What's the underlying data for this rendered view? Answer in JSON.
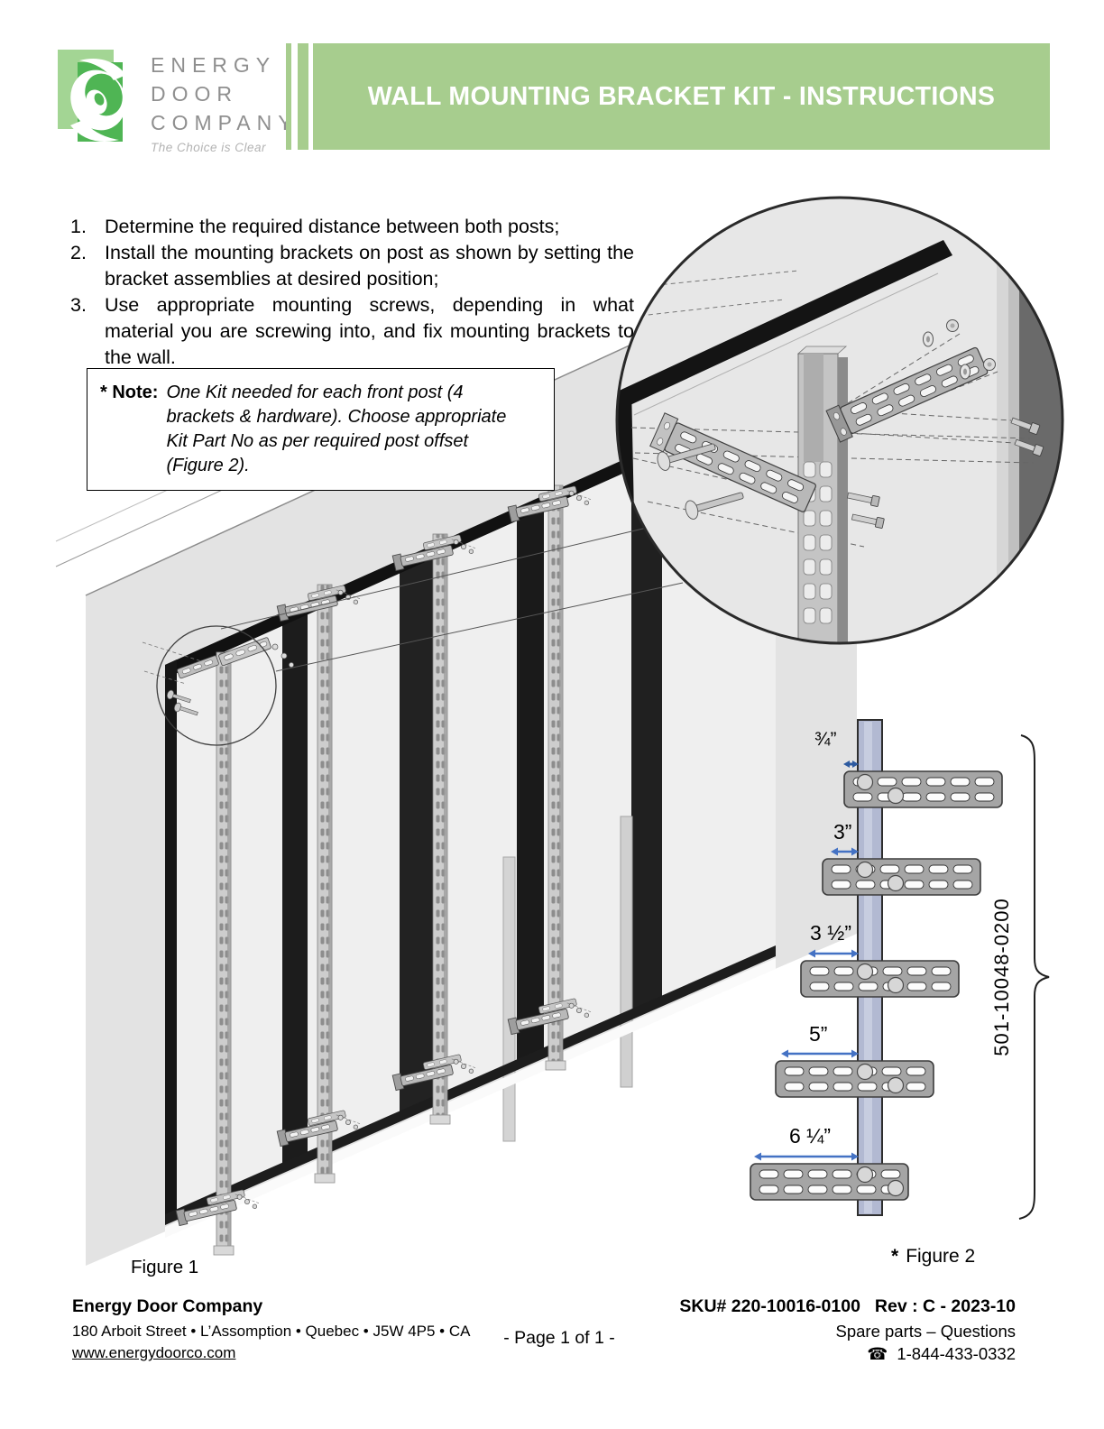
{
  "colors": {
    "banner_green": "#a7cd8e",
    "logo_green_light": "#a3d594",
    "logo_green_dark": "#4fb554",
    "arrow_blue": "#4472c4",
    "arrow_navy": "#2d5aa0"
  },
  "header": {
    "brand_line1": "ENERGY",
    "brand_line2": "DOOR",
    "brand_line3": "COMPANY",
    "tagline": "The Choice is Clear",
    "title": "WALL MOUNTING BRACKET KIT - INSTRUCTIONS"
  },
  "instructions": {
    "items": [
      {
        "num": "1.",
        "text": "Determine the required distance between both posts;"
      },
      {
        "num": "2.",
        "text": "Install the mounting brackets on post as shown by setting the bracket assemblies at desired position;"
      },
      {
        "num": "3.",
        "text": "Use appropriate mounting screws, depending in what material you are screwing into, and fix mounting brackets to the wall."
      }
    ]
  },
  "note": {
    "label": "* Note:",
    "text": "One Kit needed for each front post (4 brackets & hardware). Choose appropriate Kit Part No as per required post offset (Figure 2)."
  },
  "figure1": {
    "caption": "Figure 1"
  },
  "figure2": {
    "caption_star": "*",
    "caption_text": "Figure 2",
    "part_number": "501-10048-0200",
    "offset_1": "¾”",
    "offset_2": "3”",
    "offset_3": "3 ½”",
    "offset_4": "5”",
    "offset_5": "6 ¼”"
  },
  "footer": {
    "company": "Energy Door Company",
    "address": "180 Arboit Street • L’Assomption • Quebec • J5W 4P5 • CA",
    "website": "www.energydoorco.com",
    "page": "-  Page 1 of 1  -",
    "sku": "SKU# 220-10016-0100",
    "rev": "Rev : C  - 2023-10",
    "spare_line": "Spare parts – Questions",
    "phone_icon": "☎",
    "phone": "1-844-433-0332"
  }
}
